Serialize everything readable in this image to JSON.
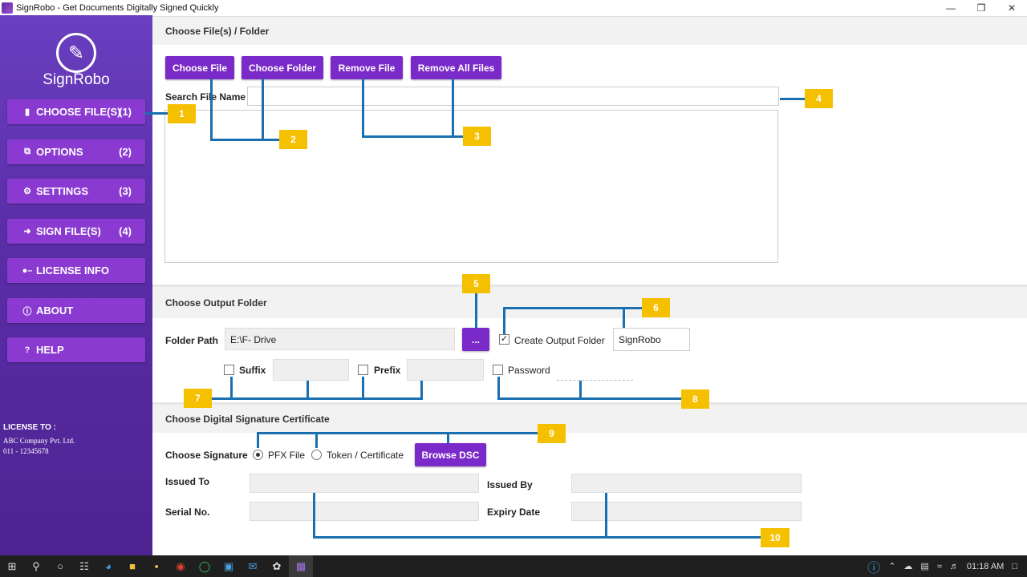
{
  "window": {
    "title": "SignRobo - Get Documents Digitally Signed Quickly"
  },
  "sidebar": {
    "logo_text": "SignRobo",
    "items": [
      {
        "label": "CHOOSE FILE(S)",
        "num": "(1)",
        "icon": "file-icon"
      },
      {
        "label": "OPTIONS",
        "num": "(2)",
        "icon": "options-icon"
      },
      {
        "label": "SETTINGS",
        "num": "(3)",
        "icon": "gear-icon"
      },
      {
        "label": "SIGN FILE(S)",
        "num": "(4)",
        "icon": "sign-in-icon"
      },
      {
        "label": "LICENSE INFO",
        "num": "",
        "icon": "key-icon"
      },
      {
        "label": "ABOUT",
        "num": "",
        "icon": "info-icon"
      },
      {
        "label": "HELP",
        "num": "",
        "icon": "question-icon"
      }
    ],
    "license": {
      "heading": "LICENSE TO :",
      "company": "ABC Company Pvt. Ltd.",
      "phone": "011 - 12345678"
    }
  },
  "files": {
    "header": "Choose File(s) / Folder",
    "buttons": [
      "Choose File",
      "Choose Folder",
      "Remove File",
      "Remove All Files"
    ],
    "search_label": "Search File Name",
    "search_value": ""
  },
  "output": {
    "header": "Choose Output Folder",
    "folder_label": "Folder Path",
    "folder_value": "E:\\F- Drive",
    "browse_label": "...",
    "create_label": "Create Output Folder",
    "create_checked": true,
    "output_name": "SignRobo",
    "suffix_label": "Suffix",
    "prefix_label": "Prefix",
    "password_label": "Password"
  },
  "signature": {
    "header": "Choose Digital Signature Certificate",
    "choose_label": "Choose Signature",
    "pfx_label": "PFX File",
    "token_label": "Token / Certificate",
    "browse_label": "Browse DSC",
    "issued_to_label": "Issued To",
    "issued_by_label": "Issued By",
    "serial_label": "Serial No.",
    "expiry_label": "Expiry Date"
  },
  "callouts": [
    "1",
    "2",
    "3",
    "4",
    "5",
    "6",
    "7",
    "8",
    "9",
    "10"
  ],
  "taskbar": {
    "time": "01:18 AM"
  },
  "colors": {
    "sidebar": "#5a2ea8",
    "button": "#7a2ac8",
    "callout": "#f5c000",
    "line": "#1a6fb0"
  }
}
